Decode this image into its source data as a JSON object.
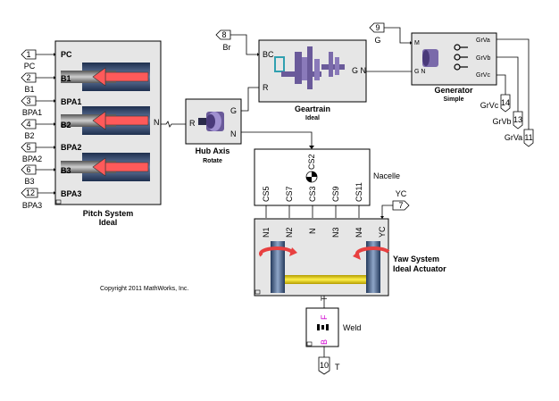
{
  "pitch": {
    "title": "Pitch System",
    "subtitle": "Ideal",
    "ports": [
      "PC",
      "B1",
      "BPA1",
      "B2",
      "BPA2",
      "B3",
      "BPA3"
    ],
    "out_port": "N",
    "inports": [
      {
        "num": "1",
        "label": "PC"
      },
      {
        "num": "2",
        "label": "B1"
      },
      {
        "num": "3",
        "label": "BPA1"
      },
      {
        "num": "4",
        "label": "B2"
      },
      {
        "num": "5",
        "label": "BPA2"
      },
      {
        "num": "6",
        "label": "B3"
      },
      {
        "num": "12",
        "label": "BPA3"
      }
    ]
  },
  "hub": {
    "title": "Hub Axis",
    "subtitle": "Rotate",
    "port_r": "R",
    "port_g": "G",
    "port_n": "N"
  },
  "geartrain": {
    "title": "Geartrain",
    "subtitle": "Ideal",
    "port_bc": "BC",
    "port_r": "R",
    "port_gn": "G N"
  },
  "generator": {
    "title": "Generator",
    "subtitle": "Simple",
    "port_m": "M",
    "port_gn": "G N",
    "out_ports": [
      "GrVa",
      "GrVb",
      "GrVc"
    ],
    "outports": [
      {
        "num": "14",
        "label": "GrVc"
      },
      {
        "num": "13",
        "label": "GrVb"
      },
      {
        "num": "11",
        "label": "GrVa"
      }
    ]
  },
  "inport_br": {
    "num": "8",
    "label": "Br"
  },
  "inport_g": {
    "num": "9",
    "label": "G"
  },
  "nacelle": {
    "label": "Nacelle",
    "top_port": "CS2",
    "bottom_ports": [
      "CS5",
      "CS7",
      "CS3",
      "CS9",
      "CS11"
    ]
  },
  "yaw": {
    "title": "Yaw System",
    "subtitle": "Ideal Actuator",
    "top_ports": [
      "N1",
      "N2",
      "N",
      "N3",
      "N4",
      "YC"
    ],
    "bottom_port": "T"
  },
  "yc_port": {
    "num": "7",
    "label": "YC"
  },
  "weld": {
    "label": "Weld",
    "port_b": "B",
    "port_f": "F"
  },
  "t_port": {
    "num": "10",
    "label": "T"
  },
  "copyright": "Copyright 2011 MathWorks, Inc.",
  "colors": {
    "block_fill": "#e6e6e6",
    "arrow": "#ff5a5a",
    "cylinder": "#3a4f6e",
    "weld_magenta": "#d000d0"
  }
}
